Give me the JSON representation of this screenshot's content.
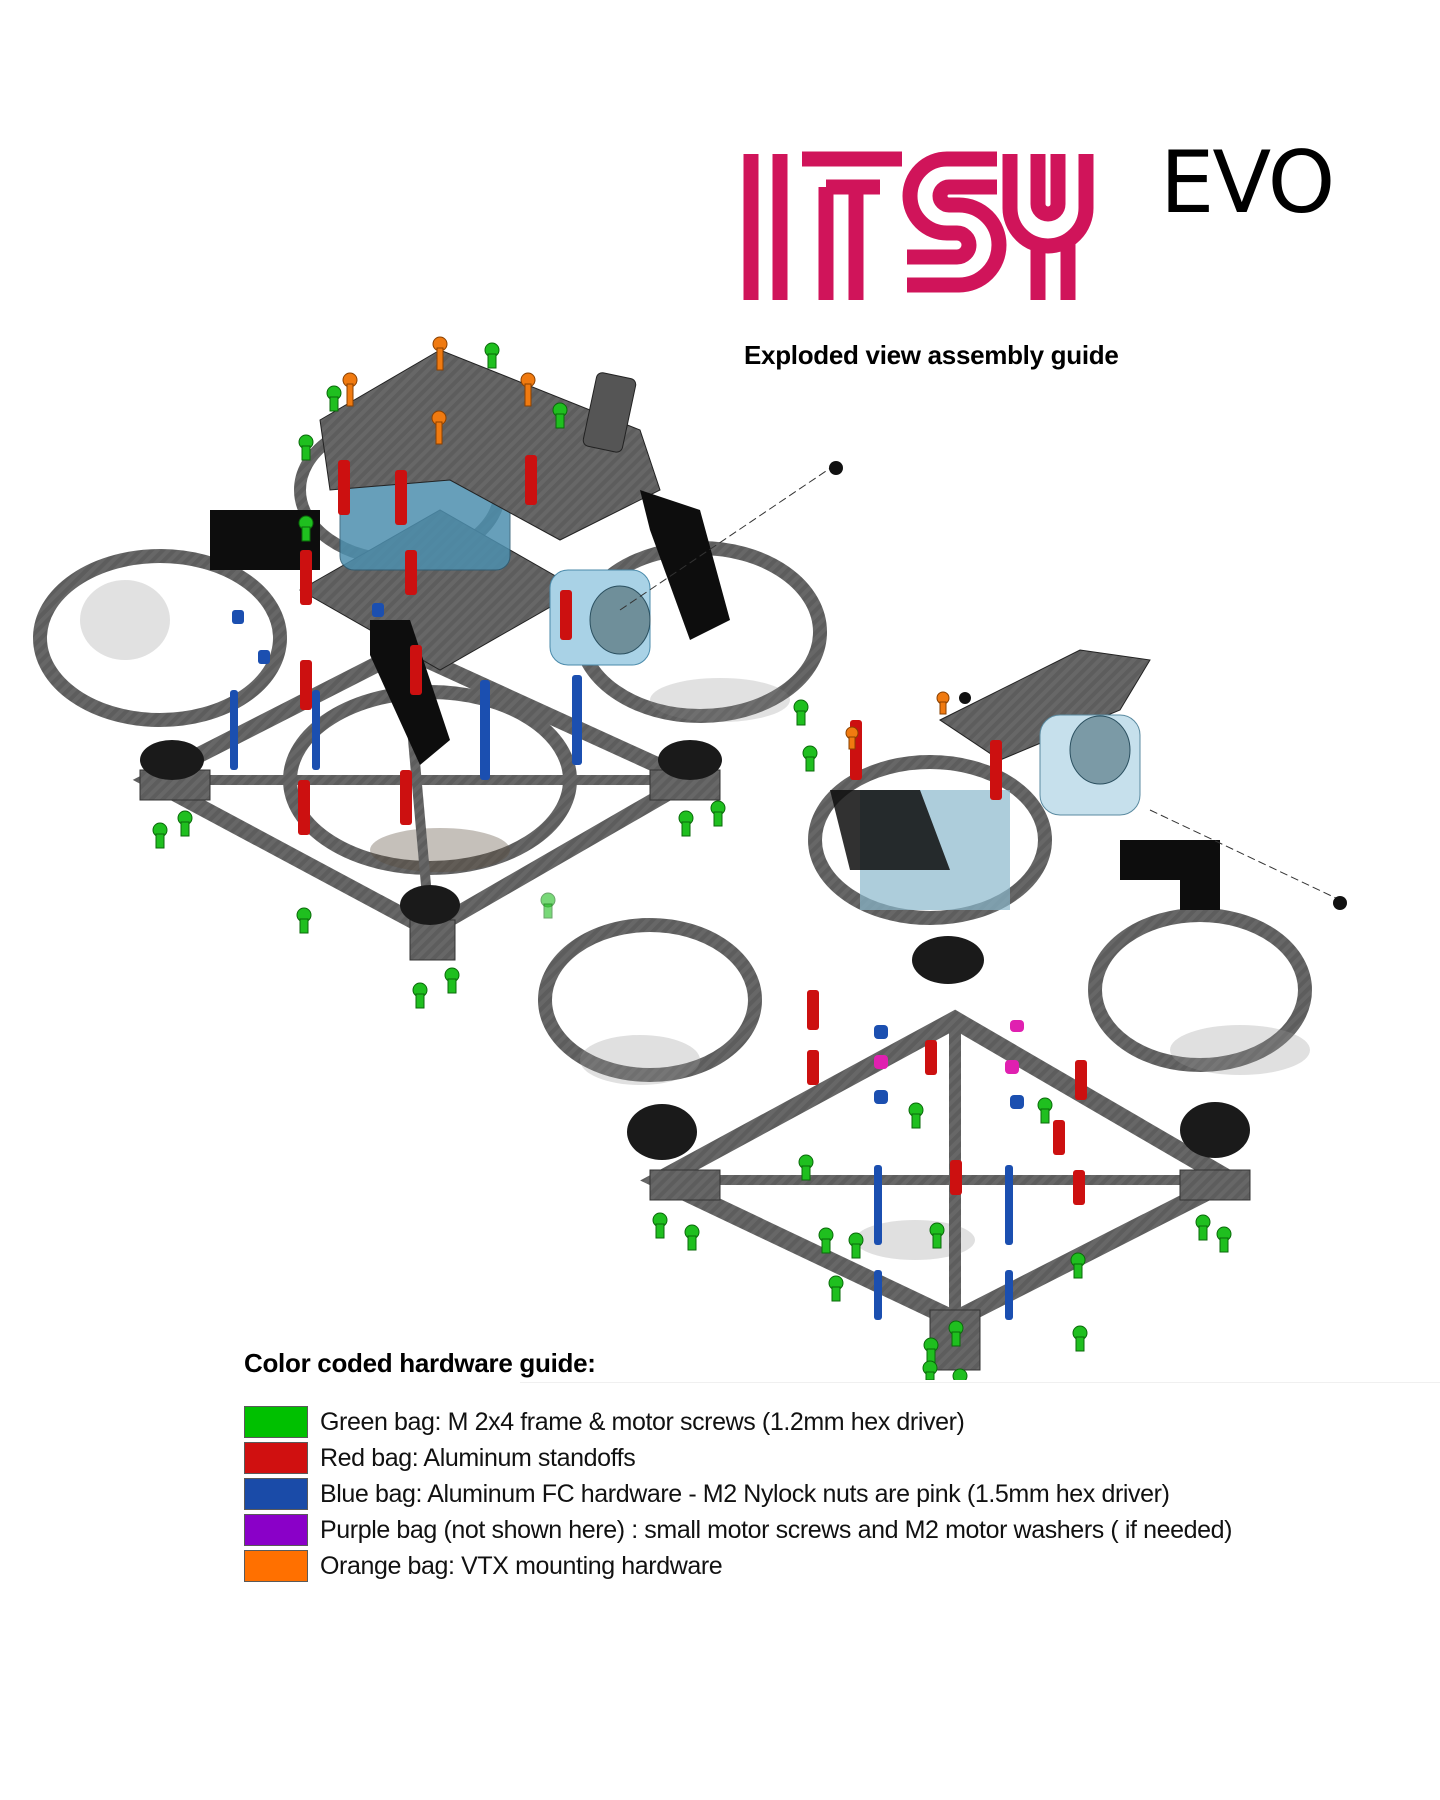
{
  "logo": {
    "brand_text": "ITSY",
    "brand_color": "#D0145A",
    "suffix_text": "EVO",
    "suffix_color": "#000000"
  },
  "header": {
    "subtitle": "Exploded view assembly guide"
  },
  "illustration": {
    "description": "Two exploded-view 3D renders of a carbon-fiber ducted FPV drone frame (top and bottom isometric views) with color-coded screws and standoffs",
    "views": [
      "top-isometric-exploded",
      "bottom-isometric-exploded"
    ],
    "frame_color": "#5c5c5c",
    "part_colors": {
      "screws_green": "#1fbf1f",
      "standoffs_red": "#d11414",
      "fc_hardware_blue": "#1b4fb0",
      "nylock_nuts_pink": "#e020b0",
      "vtx_hardware_orange": "#f07a10",
      "camera_blue_clear": "#9cc8e0",
      "mount_black": "#111111"
    }
  },
  "legend": {
    "title": "Color coded hardware guide:",
    "items": [
      {
        "color": "#00C000",
        "label": "Green bag: M 2x4 frame & motor screws (1.2mm hex driver)"
      },
      {
        "color": "#D01010",
        "label": "Red bag: Aluminum standoffs"
      },
      {
        "color": "#1A4BA8",
        "label": "Blue bag: Aluminum FC hardware - M2 Nylock nuts are pink (1.5mm hex driver)"
      },
      {
        "color": "#8A00C8",
        "label": "Purple bag (not shown here) : small motor screws and M2 motor washers ( if needed)"
      },
      {
        "color": "#FF7000",
        "label": "Orange bag: VTX mounting hardware"
      }
    ]
  }
}
